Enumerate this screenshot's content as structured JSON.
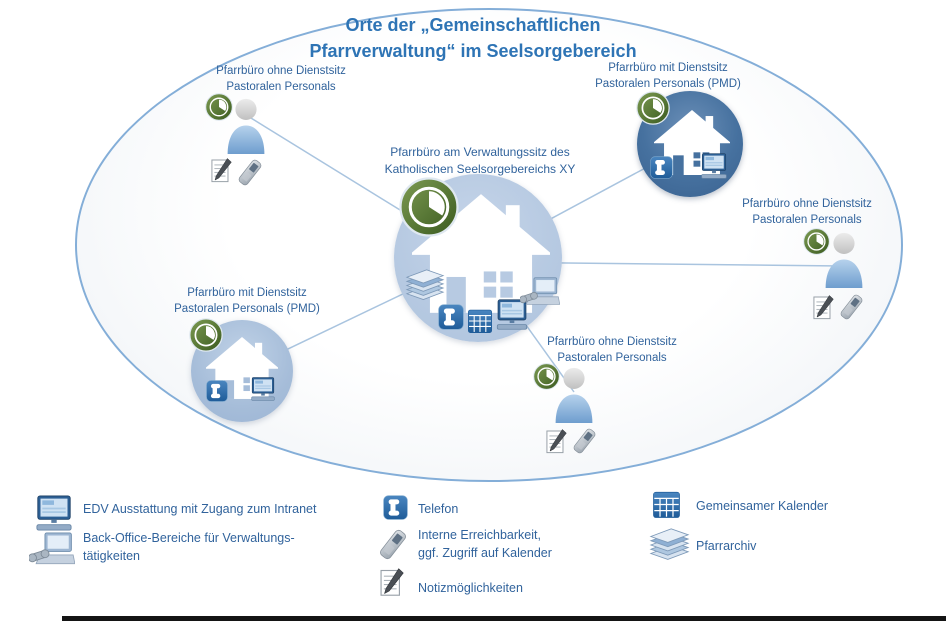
{
  "title": {
    "line1": "Orte der „Gemeinschaftlichen",
    "line2": "Pfarrverwaltung“ im Seelsorgebereich"
  },
  "nodes": {
    "central": {
      "line1": "Pfarrbüro am Verwaltungssitz des",
      "line2": "Katholischen Seelsorgebereichs XY"
    },
    "top_left": {
      "line1": "Pfarrbüro ohne Dienstsitz",
      "line2": "Pastoralen Personals"
    },
    "top_right": {
      "line1": "Pfarrbüro mit Dienstsitz",
      "line2": "Pastoralen Personals (PMD)"
    },
    "right": {
      "line1": "Pfarrbüro ohne Dienstsitz",
      "line2": "Pastoralen Personals"
    },
    "bottom": {
      "line1": "Pfarrbüro ohne Dienstsitz",
      "line2": "Pastoralen Personals"
    },
    "left": {
      "line1": "Pfarrbüro mit Dienstsitz",
      "line2": "Pastoralen Personals (PMD)"
    }
  },
  "legend": {
    "edv": "EDV Ausstattung mit Zugang zum Intranet",
    "backoffice_line1": "Back-Office-Bereiche für Verwaltungs-",
    "backoffice_line2": "tätigkeiten",
    "telefon": "Telefon",
    "erreichbarkeit_line1": "Interne Erreichbarkeit,",
    "erreichbarkeit_line2": "ggf. Zugriff auf Kalender",
    "notiz": "Notizmöglichkeiten",
    "kalender": "Gemeinsamer Kalender",
    "archiv": "Pfarrarchiv"
  },
  "icons": {
    "clock": "clock-icon (green opening-hours badge)",
    "house": "house-icon (parish office building)",
    "person": "person-icon (staff member)",
    "notes": "notes-icon (notepad with pen)",
    "phone": "phone-icon (mobile handset)",
    "telephone": "telephone-icon (blue tile with receiver)",
    "computer": "computer-icon (monitor with keyboard)",
    "calendar": "calendar-icon (blue grid tile)",
    "archive": "archive-icon (stack of papers)",
    "backoffice": "backoffice-icon (desk phone with monitor)"
  },
  "colors": {
    "title_blue": "#2e74b5",
    "label_blue": "#31639c",
    "ellipse_border": "#84aed8",
    "central_circle": "#b7cae2",
    "pmd_dark_circle": "#46719f",
    "pmd_light_circle": "#a6bdd9",
    "clock_green": "#4e6e31",
    "connector": "#a9c4df"
  }
}
